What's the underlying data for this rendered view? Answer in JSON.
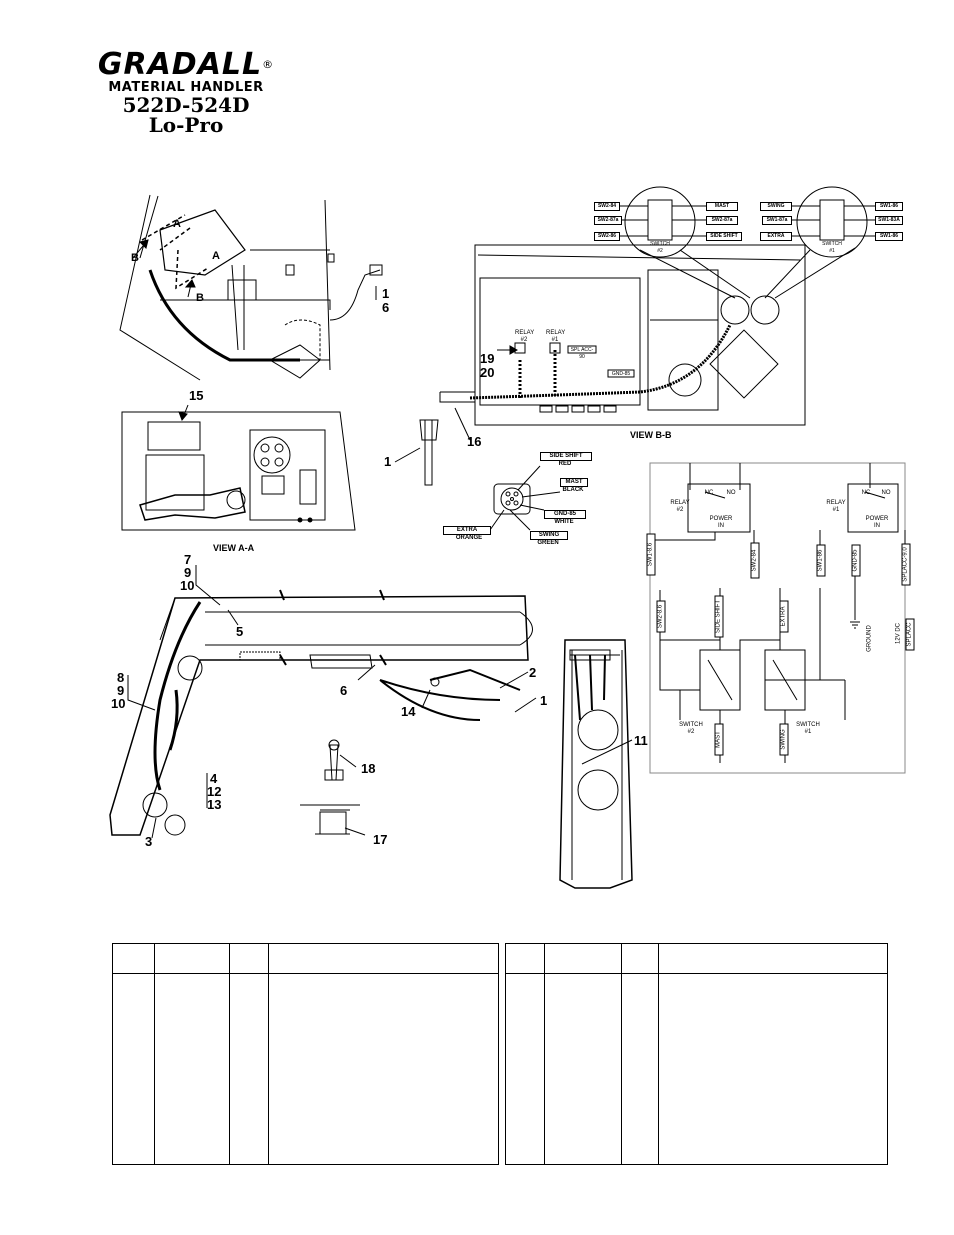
{
  "header": {
    "brand": "GRADALL",
    "registered": "®",
    "subtitle": "MATERIAL HANDLER",
    "model": "522D-524D",
    "variant": "Lo-Pro"
  },
  "views": {
    "view_a": "VIEW A-A",
    "view_b": "VIEW B-B"
  },
  "section_marks": {
    "a": "A",
    "b": "B"
  },
  "callouts": {
    "c1_top": "1",
    "c6_top": "6",
    "c15": "15",
    "c19": "19",
    "c20": "20",
    "c16": "16",
    "c1_mid": "1",
    "c7": "7",
    "c9a": "9",
    "c10a": "10",
    "c5": "5",
    "c8": "8",
    "c9b": "9",
    "c10b": "10",
    "c6": "6",
    "c14": "14",
    "c2": "2",
    "c1_bot": "1",
    "c18": "18",
    "c17": "17",
    "c4": "4",
    "c12": "12",
    "c13": "13",
    "c3": "3",
    "c11": "11"
  },
  "connector": {
    "side_shift": "SIDE SHIFT",
    "red": "RED",
    "mast": "MAST",
    "black": "BLACK",
    "gnd": "GND-85",
    "white": "WHITE",
    "swing": "SWING",
    "green": "GREEN",
    "extra": "EXTRA",
    "orange": "ORANGE"
  },
  "view_b_labels": {
    "relay2": "RELAY #2",
    "relay1": "RELAY #1",
    "spl": "SPL ACC-90",
    "gnd": "GND-85"
  },
  "switch_panel": {
    "left_tags": [
      "SW2-84",
      "SW2-87a",
      "SW2-86"
    ],
    "mid_tags": [
      "MAST",
      "SW2-87a",
      "SIDE SHIFT"
    ],
    "mid_tags2": [
      "SWING",
      "SW1-87a",
      "EXTRA"
    ],
    "right_tags": [
      "SW1-86",
      "SW1-83A",
      "SW1-86"
    ],
    "switch2": "SWITCH #2",
    "switch1": "SWITCH #1"
  },
  "schematic": {
    "relay2": "RELAY #2",
    "relay1": "RELAY #1",
    "nc": "NC",
    "no": "NO",
    "power_in": "POWER IN",
    "w_sw18": "SW1-8.6",
    "w_sw2_84": "SW2-84",
    "w_sw1_86": "SW1-86",
    "w_gnd": "GND-85",
    "w_splacc": "SPLACC-9.0",
    "w_sw2_86": "SW2-8.6",
    "side_shift": "SIDE SHIFT",
    "extra": "EXTRA",
    "ground": "GROUND",
    "v12": "12V DC",
    "splacc": "SPLACC",
    "switch2": "SWITCH #2",
    "switch1": "SWITCH #1",
    "mast": "MAST",
    "swing": "SWING"
  },
  "parts_tables": {
    "rows": 1
  }
}
